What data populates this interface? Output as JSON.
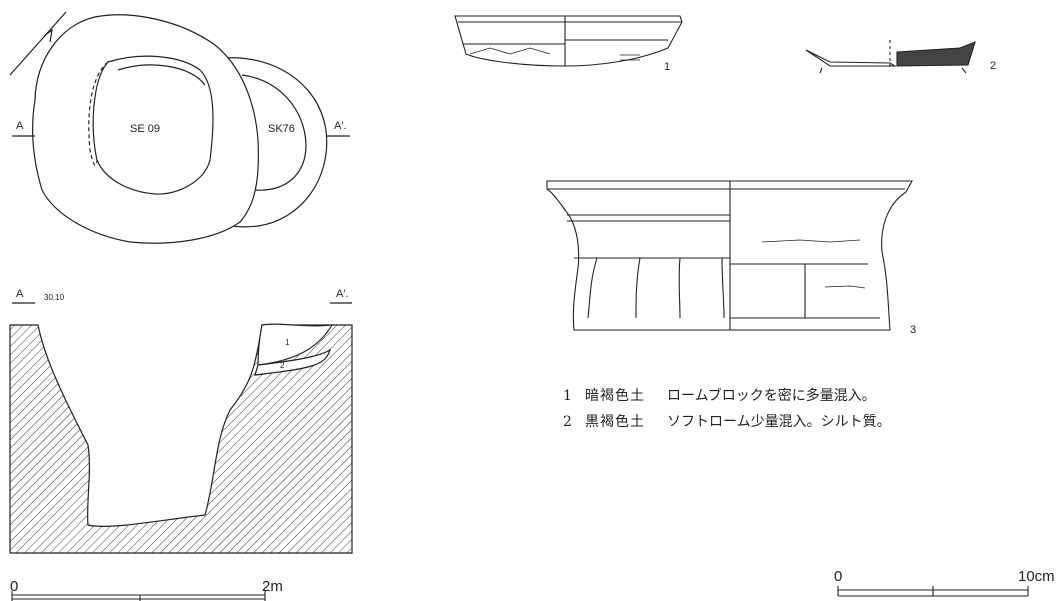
{
  "plan": {
    "features": [
      "SE 09",
      "SK76"
    ],
    "section_left": "A",
    "section_right": "A′.",
    "section_level_left": "A",
    "section_level_right": "A′.",
    "elevation": "30.10"
  },
  "section": {
    "layers": [
      "1",
      "2"
    ]
  },
  "artifacts": [
    "1",
    "2",
    "3"
  ],
  "legend": [
    {
      "num": "1",
      "soil": "暗褐色土",
      "desc": "ロームブロックを密に多量混入。"
    },
    {
      "num": "2",
      "soil": "黒褐色土",
      "desc": "ソフトローム少量混入。シルト質。"
    }
  ],
  "scale_large": {
    "start": "0",
    "end": "2m"
  },
  "scale_small": {
    "start": "0",
    "end": "10cm"
  }
}
